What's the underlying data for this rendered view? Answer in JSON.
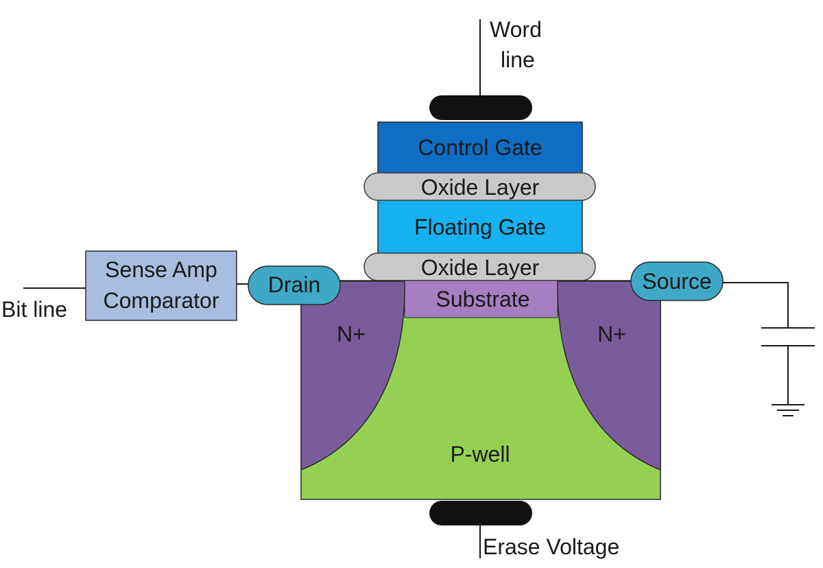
{
  "labels": {
    "word_line_1": "Word",
    "word_line_2": "line",
    "control_gate": "Control Gate",
    "oxide_top": "Oxide Layer",
    "floating_gate": "Floating Gate",
    "oxide_bottom": "Oxide Layer",
    "substrate": "Substrate",
    "sense_amp_1": "Sense Amp",
    "sense_amp_2": "Comparator",
    "bit_line": "Bit line",
    "drain": "Drain",
    "source": "Source",
    "n_plus_left": "N+",
    "n_plus_right": "N+",
    "p_well": "P-well",
    "erase_voltage": "Erase Voltage"
  },
  "colors": {
    "control_gate": "#0f6dc4",
    "floating_gate": "#16b1ee",
    "oxide": "#c9c9c9",
    "substrate": "#a47fc1",
    "n_plus": "#7a5c9c",
    "p_well": "#94d153",
    "terminal": "#3fa8c6",
    "sense_amp": "#a8bde0",
    "contact": "#111111"
  }
}
